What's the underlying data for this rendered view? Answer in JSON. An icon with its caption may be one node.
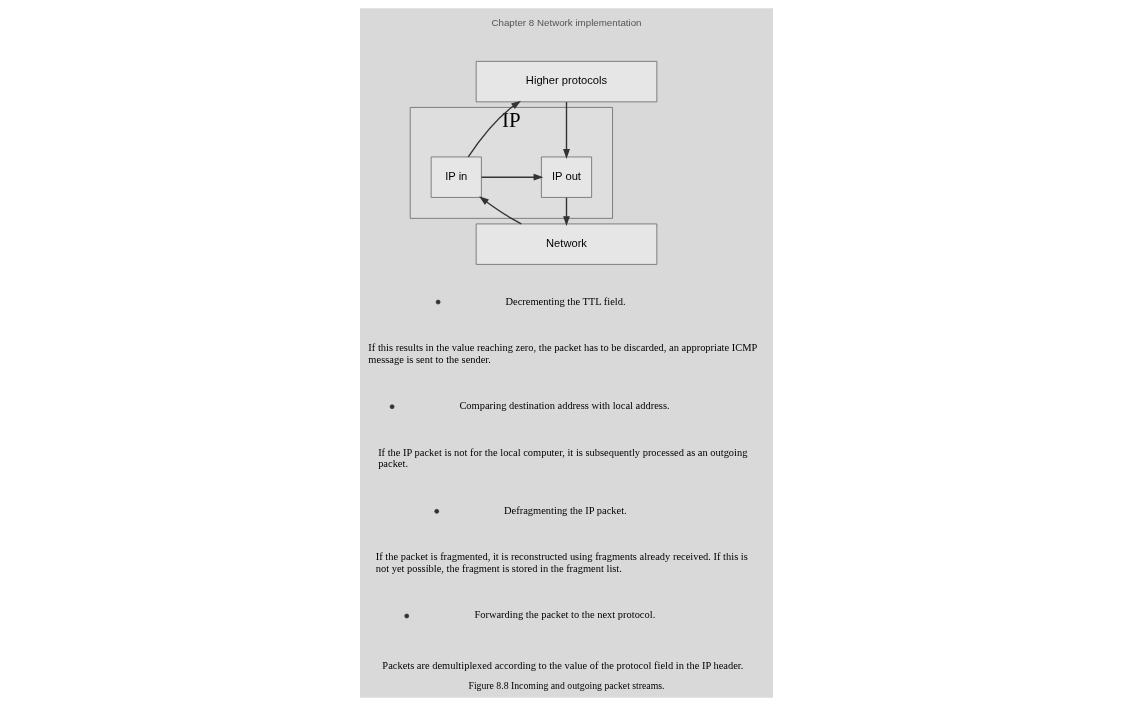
{
  "diagram": {
    "caption": "Figure 8.8 Incoming and outgoing packet streams.",
    "nodes": [
      {
        "text": [
          "Higher protocols"
        ]
      },
      {
        "text": [
          "IP"
        ]
      },
      {
        "text": [
          "IP out"
        ],
        "in": 1
      },
      {
        "text": [
          "IP in"
        ],
        "in": 1
      },
      {
        "text": [
          "Network"
        ]
      }
    ],
    "edges": [
      {
        "from": 0,
        "to": 2,
        "arrow": "to"
      },
      {
        "from": 2,
        "to": 4,
        "arrow": "to"
      },
      {
        "from": 4,
        "to": 3,
        "arrow": "to"
      },
      {
        "from": 3,
        "to": 0,
        "arrow": "to"
      },
      {
        "from": 3,
        "to": 2,
        "arrow": "to"
      }
    ],
    "labels": [
      "Chapter 8 Network implementation",
      "Decrementing the TTL field.",
      "If this results in the value reaching zero, the packet has to be discarded, an appropriate ICMP message is sent to the sender.",
      "Comparing destination address with local address.",
      "If the IP packet is not for the local computer, it is subsequently processed as an outgoing packet.",
      "Defragmenting the IP packet.",
      "If the packet is fragmented, it is reconstructed using fragments already received. If this is not yet possible, the fragment is stored in the fragment list.",
      "Forwarding the packet to the next protocol.",
      "Packets are demultiplexed according to the value of the protocol field in the IP header."
    ]
  }
}
